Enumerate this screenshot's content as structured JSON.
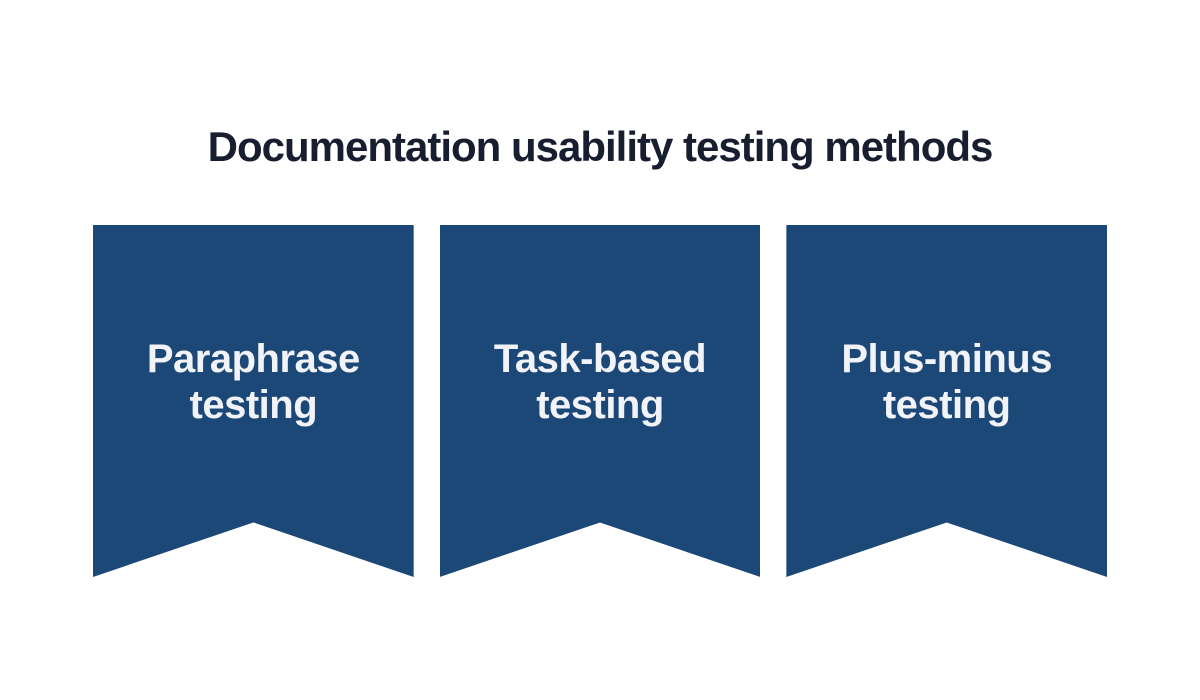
{
  "title": "Documentation usability testing methods",
  "colors": {
    "background": "#FFFFFF",
    "title_text": "#171E2F",
    "banner_fill": "#1C4877",
    "banner_text": "#F1F3F8"
  },
  "banners": [
    {
      "label": "Paraphrase testing"
    },
    {
      "label": "Task-based testing"
    },
    {
      "label": "Plus-minus testing"
    }
  ]
}
